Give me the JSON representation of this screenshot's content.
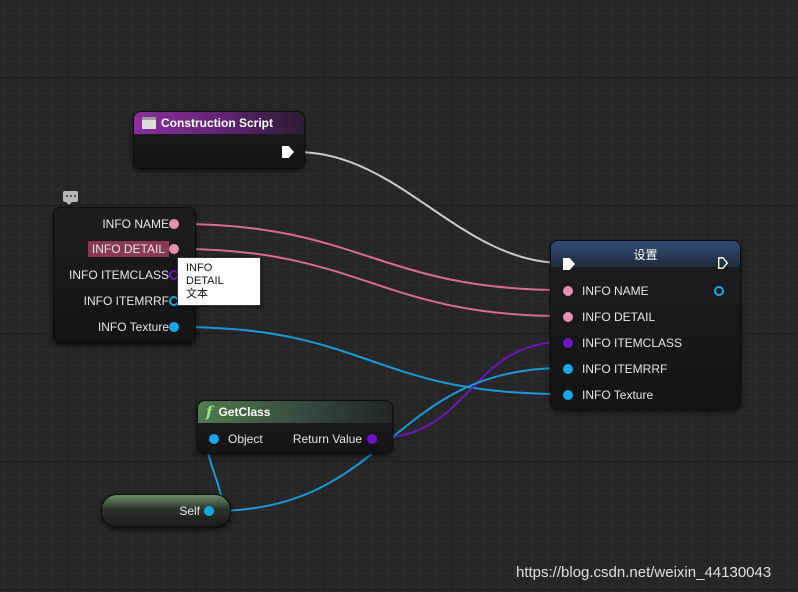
{
  "colors": {
    "exec": "#ffffff",
    "string_pin": "#e58fb0",
    "class_pin": "#6a13c4",
    "object_pin": "#17a6e8",
    "wire_exec": "#c8c8c8",
    "wire_string": "#d76c92",
    "wire_object": "#1a97d6",
    "wire_class": "#6b16b3"
  },
  "construction_script": {
    "title": "Construction Script",
    "icon": "construction-script-icon"
  },
  "struct_break": {
    "icon": "comment-bubble-icon",
    "pins": [
      {
        "label": "INFO NAME",
        "type": "string"
      },
      {
        "label": "INFO DETAIL",
        "type": "string",
        "highlighted": true
      },
      {
        "label": "INFO ITEMCLASS",
        "type": "class"
      },
      {
        "label": "INFO ITEMRRF",
        "type": "object"
      },
      {
        "label": "INFO Texture",
        "type": "object"
      }
    ]
  },
  "tooltip": {
    "line1": "INFO DETAIL",
    "line2": "文本"
  },
  "set_node": {
    "title": "设置",
    "pins": [
      {
        "label": "INFO NAME",
        "type": "string"
      },
      {
        "label": "INFO DETAIL",
        "type": "string"
      },
      {
        "label": "INFO ITEMCLASS",
        "type": "class"
      },
      {
        "label": "INFO ITEMRRF",
        "type": "object"
      },
      {
        "label": "INFO Texture",
        "type": "object"
      }
    ]
  },
  "get_class": {
    "icon": "function-icon",
    "title": "GetClass",
    "input_label": "Object",
    "output_label": "Return Value"
  },
  "self_node": {
    "label": "Self"
  },
  "watermark": "https://blog.csdn.net/weixin_44130043"
}
